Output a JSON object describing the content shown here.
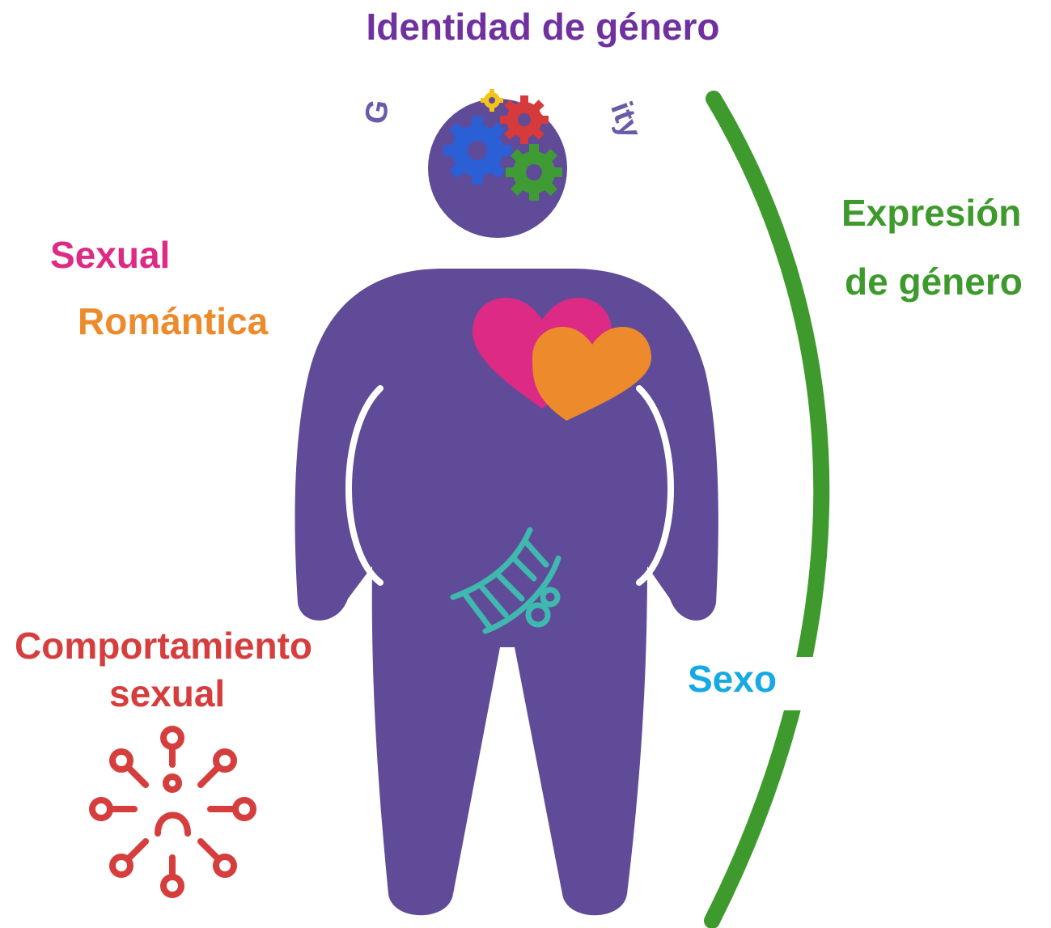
{
  "labels": {
    "identidad": "Identidad de género",
    "expresion_line1": "Expresión",
    "expresion_line2": "de género",
    "sexual": "Sexual",
    "romantica": "Romántica",
    "comportamiento_line1": "Comportamiento",
    "comportamiento_line2": "sexual",
    "sexo": "Sexo"
  },
  "colors": {
    "identidad": "#7030a0",
    "expresion": "#3e9a2c",
    "sexual": "#dd2a84",
    "romantica": "#ec8a2c",
    "comportamiento": "#d63e3e",
    "sexo": "#16a9e3",
    "figure": "#5f4b97",
    "dna": "#3fb8b0",
    "gear_blue": "#2b5fd6",
    "gear_red": "#d73a3a",
    "gear_green": "#3f9c35",
    "gear_yellow": "#f4c518"
  },
  "icons": {
    "brain": "gears-icon",
    "heart": "hearts-icon",
    "sex": "dna-icon",
    "behaviour": "network-icon"
  }
}
